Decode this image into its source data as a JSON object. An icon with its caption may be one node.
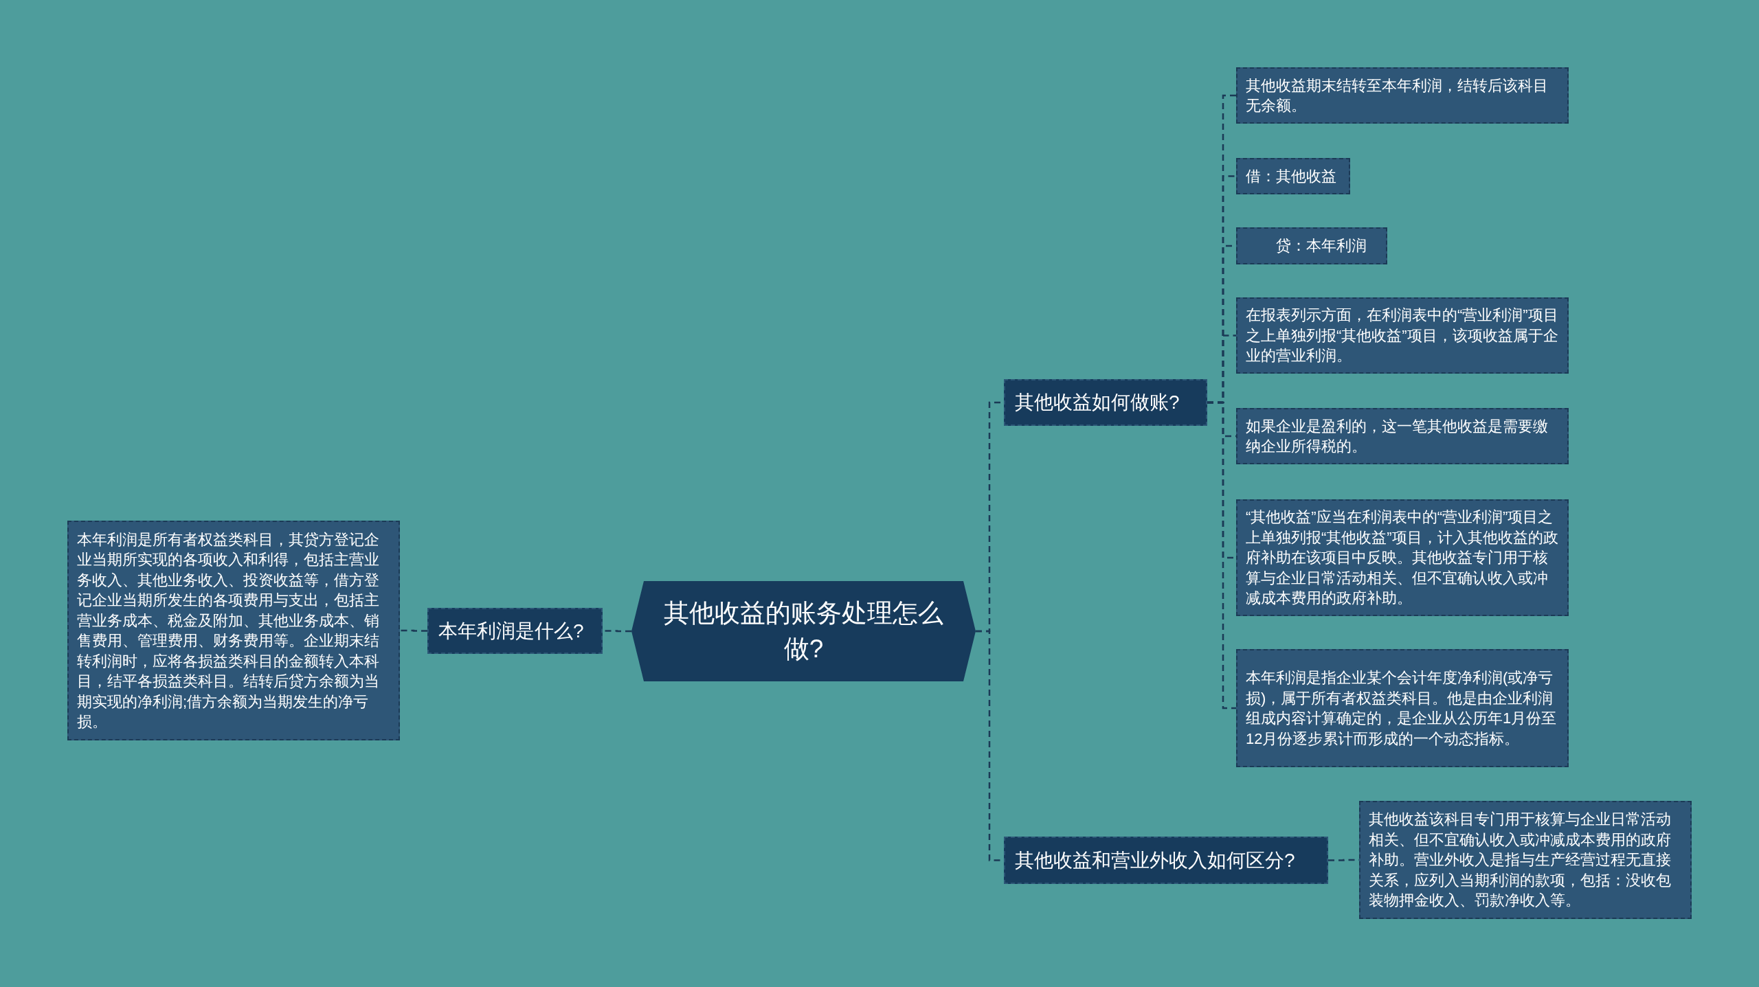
{
  "diagram": {
    "nodes": [
      {
        "text": [
          "其他收益的账务处理怎么做?"
        ]
      },
      {
        "text": [
          "本年利润是什么?"
        ]
      },
      {
        "text": [
          "本年利润是所有者权益类科目，其贷方登记企业当期所实现的各项收入和利得，包括主营业务收入、其他业务收入、投资收益等，借方登记企业当期所发生的各项费用与支出，包括主营业务成本、税金及附加、其他业务成本、销售费用、管理费用、财务费用等。企业期末结转利润时，应将各损益类科目的金额转入本科目，结平各损益类科目。结转后贷方余额为当期实现的净利润;借方余额为当期发生的净亏损。"
        ]
      },
      {
        "text": [
          "其他收益如何做账?"
        ]
      },
      {
        "text": [
          "其他收益期末结转至本年利润，结转后该科目无余额。"
        ]
      },
      {
        "text": [
          "借：其他收益"
        ]
      },
      {
        "text": [
          "贷：本年利润"
        ]
      },
      {
        "text": [
          "在报表列示方面，在利润表中的“营业利润”项目之上单独列报“其他收益”项目，该项收益属于企业的营业利润。"
        ]
      },
      {
        "text": [
          "如果企业是盈利的，这一笔其他收益是需要缴纳企业所得税的。"
        ]
      },
      {
        "text": [
          "“其他收益”应当在利润表中的“营业利润”项目之上单独列报“其他收益”项目，计入其他收益的政府补助在该项目中反映。其他收益专门用于核算与企业日常活动相关、但不宜确认收入或冲减成本费用的政府补助。"
        ]
      },
      {
        "text": [
          "本年利润是指企业某个会计年度净利润(或净亏损)，属于所有者权益类科目。他是由企业利润组成内容计算确定的，是企业从公历年1月份至12月份逐步累计而形成的一个动态指标。"
        ]
      },
      {
        "text": [
          "其他收益和营业外收入如何区分?"
        ]
      },
      {
        "text": [
          "其他收益该科目专门用于核算与企业日常活动相关、但不宜确认收入或冲减成本费用的政府补助。营业外收入是指与生产经营过程无直接关系，应列入当期利润的款项，包括：没收包装物押金收入、罚款净收入等。"
        ]
      }
    ],
    "edges": [
      {
        "from": 0,
        "to": 1,
        "arrow": "none",
        "style": "dashed"
      },
      {
        "from": 1,
        "to": 2,
        "arrow": "none",
        "style": "dashed"
      },
      {
        "from": 0,
        "to": 3,
        "arrow": "none",
        "style": "dashed"
      },
      {
        "from": 3,
        "to": 4,
        "arrow": "none",
        "style": "dashed"
      },
      {
        "from": 3,
        "to": 5,
        "arrow": "none",
        "style": "dashed"
      },
      {
        "from": 3,
        "to": 6,
        "arrow": "none",
        "style": "dashed"
      },
      {
        "from": 3,
        "to": 7,
        "arrow": "none",
        "style": "dashed"
      },
      {
        "from": 3,
        "to": 8,
        "arrow": "none",
        "style": "dashed"
      },
      {
        "from": 3,
        "to": 9,
        "arrow": "none",
        "style": "dashed"
      },
      {
        "from": 3,
        "to": 10,
        "arrow": "none",
        "style": "dashed"
      },
      {
        "from": 0,
        "to": 11,
        "arrow": "none",
        "style": "dashed"
      },
      {
        "from": 11,
        "to": 12,
        "arrow": "none",
        "style": "dashed"
      }
    ]
  }
}
